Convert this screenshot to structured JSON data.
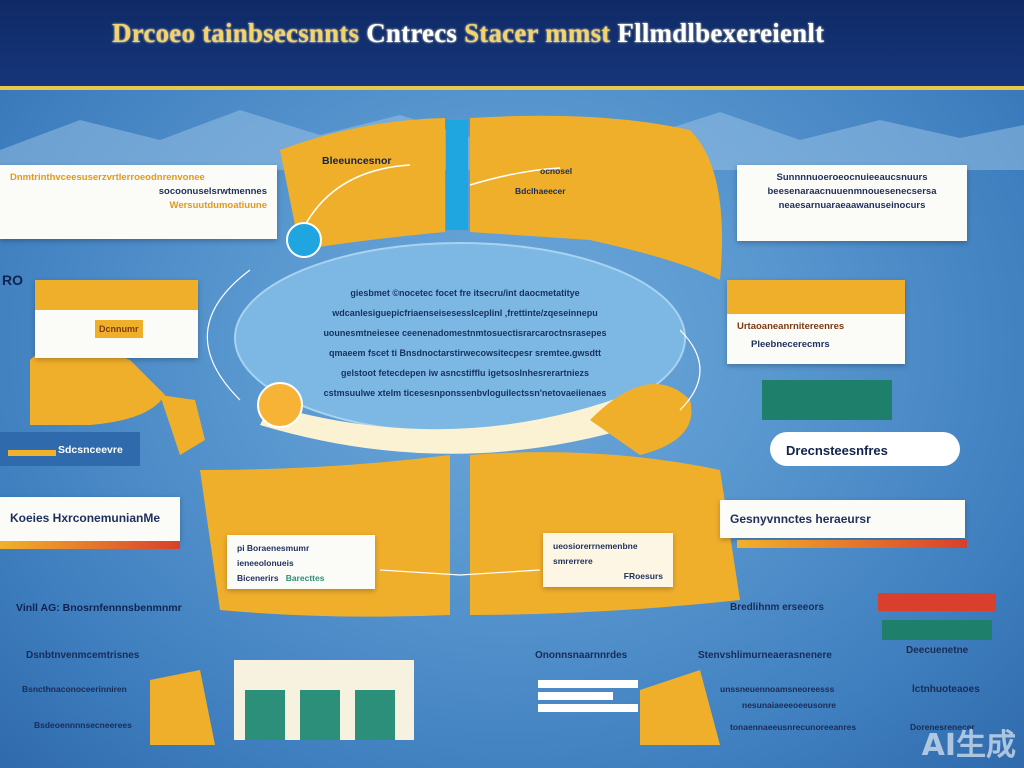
{
  "header": {
    "title_a": "Drcoeo tainbsecsnnts",
    "title_b": "Cntrecs",
    "title_c": "Stacer mmst",
    "title_d": "Fllmdlbexereienlt"
  },
  "center": {
    "lines": [
      "giesbmet ©nocetec focet fre itsecru/int daocmetatitye",
      "wdcanlesiguepicfriaenseisesesslceplinl ‚frettinte/zqeseinnepu",
      "uounesmtneiesee ceenenadomestnmtosuectisrarcaroctnsrasepes",
      "qmaeem fscet ti Bnsdnoctarstirwecowsitecpesr sremtee.gwsdtt",
      "gelstoot fetecdepen iw asncstifflu igetsoslnhesrerartniezs",
      "cstmsuulwe xtelm ticesesnponssenbvloguilectssn'netovaeiienaes"
    ]
  },
  "top_left_card": {
    "line1": "Dnmtrinthvceesuserzvrtlerroeodnrenvonee",
    "line2": "socoonuselsrwtmennes",
    "line3": "Wersuutdumoatiuune"
  },
  "top_center": {
    "left_label": "Bleeuncesnor",
    "right_label1": "ocnosel",
    "right_label2": "Bdclhaeecer"
  },
  "top_right_card": {
    "line1": "Sunnnnuoeroeocnuieeaucsnuurs",
    "line2": "beesenaraacnuuenmnouesenecsersa",
    "line3": "neaesarnuaraeaawanuseinocurs"
  },
  "mid_left": {
    "fragment": "RO",
    "button": "Dcnnumr"
  },
  "mid_right_card": {
    "line1": "Urtaoaneanrnitereenres",
    "line2": "Pleebnecerecmrs"
  },
  "left_label": {
    "text": "Sdcsnceevre"
  },
  "right_label": {
    "text": "Drecnsteesnfres"
  },
  "lower_left_card": {
    "text": "Koeies HxrconemunianMe"
  },
  "lower_center_left": {
    "line1": "pi Boraenesmumr ieneeolonueis",
    "line2": "Bicenerirs",
    "line3": "Barecttes"
  },
  "lower_center_right": {
    "line1": "ueosiorerrnemenbne",
    "line2": "smrerrere",
    "line3": "FRoesurs"
  },
  "lower_right_card": {
    "text": "Gesnyvnnctes heraeursr"
  },
  "bottom": {
    "b1": "Vinll AG: Bnosrnfennnsbenmnmr",
    "b2": "Dsnbtnvenmcemtrisnes",
    "b3": "Bsncthnaconoceerinniren",
    "b4": "Bsdeoennnnsecneerees",
    "b5": "Ononnsnaarnnrdes",
    "b6": "Stenvshlimurneaerasnenere",
    "b7": "Bredlihnm erseeors",
    "b8": "Deecuenetne",
    "b9": "lctnhuoteaoes",
    "b10": "unssneuennoamsneoreesss",
    "b11": "nesunaiaeeeoeeusonre",
    "b12": "tonaennaeeusnrecunoreeanres",
    "b13": "Dorenesrenecer"
  },
  "colors": {
    "navy": "#10244f",
    "orange": "#efae2c",
    "sky": "#4d8fc9",
    "red": "#d8402d"
  }
}
